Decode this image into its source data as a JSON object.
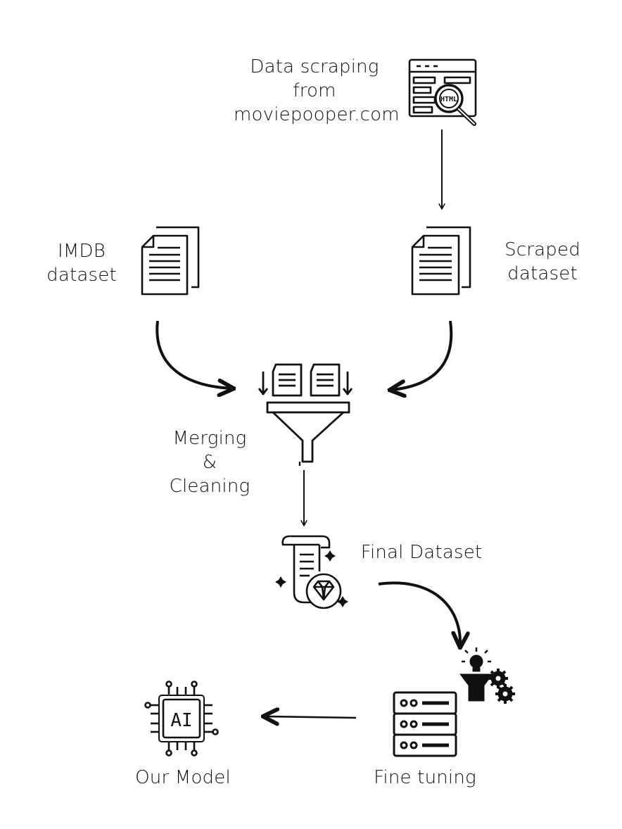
{
  "diagram": {
    "nodes": {
      "scraping": {
        "lines": [
          "Data scraping",
          "from",
          "moviepooper.com"
        ],
        "icon": "html-search-icon"
      },
      "imdb": {
        "lines": [
          "IMDB",
          "dataset"
        ],
        "icon": "documents-icon"
      },
      "scraped": {
        "lines": [
          "Scraped",
          "dataset"
        ],
        "icon": "documents-icon"
      },
      "merge": {
        "lines": [
          "Merging",
          "&",
          "Cleaning"
        ],
        "icon": "funnel-icon"
      },
      "final": {
        "lines": [
          "Final Dataset"
        ],
        "icon": "scroll-diamond-icon"
      },
      "tuning": {
        "lines": [
          "Fine tuning"
        ],
        "icon": "server-gears-icon"
      },
      "model": {
        "lines": [
          "Our Model"
        ],
        "icon": "ai-chip-icon"
      }
    },
    "edges": [
      {
        "from": "scraping",
        "to": "scraped"
      },
      {
        "from": "imdb",
        "to": "merge"
      },
      {
        "from": "scraped",
        "to": "merge"
      },
      {
        "from": "merge",
        "to": "final"
      },
      {
        "from": "final",
        "to": "tuning"
      },
      {
        "from": "tuning",
        "to": "model"
      }
    ],
    "colors": {
      "ink": "#111111",
      "background": "#ffffff"
    }
  }
}
